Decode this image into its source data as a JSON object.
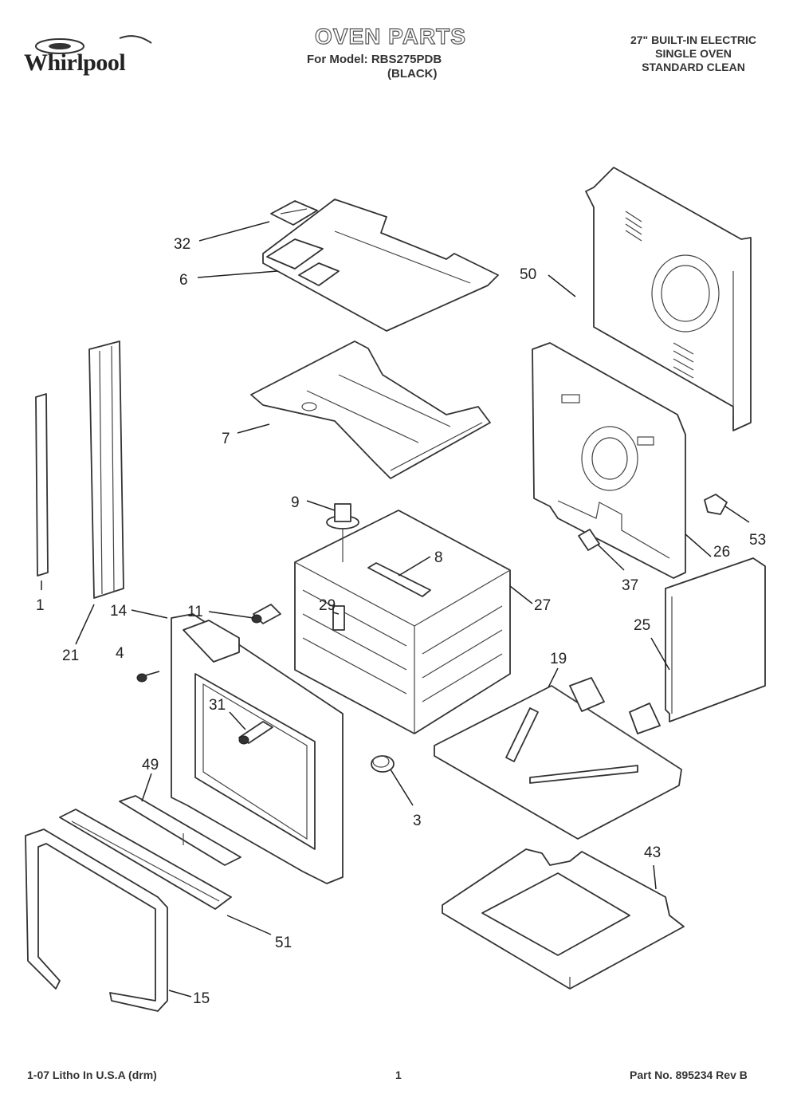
{
  "header": {
    "brand": "Whirlpool",
    "title": "OVEN PARTS",
    "model_line": "For Model: RBS275PDB",
    "model_color": "(BLACK)",
    "description": [
      "27\" BUILT-IN ELECTRIC",
      "SINGLE OVEN",
      "STANDARD CLEAN"
    ]
  },
  "callouts": [
    "32",
    "6",
    "50",
    "7",
    "9",
    "8",
    "1",
    "21",
    "14",
    "11",
    "29",
    "27",
    "4",
    "31",
    "26",
    "53",
    "37",
    "25",
    "19",
    "49",
    "3",
    "43",
    "51",
    "15"
  ],
  "footer": {
    "left": "1-07 Litho In U.S.A (drm)",
    "center": "1",
    "right": "Part No. 895234 Rev B"
  }
}
